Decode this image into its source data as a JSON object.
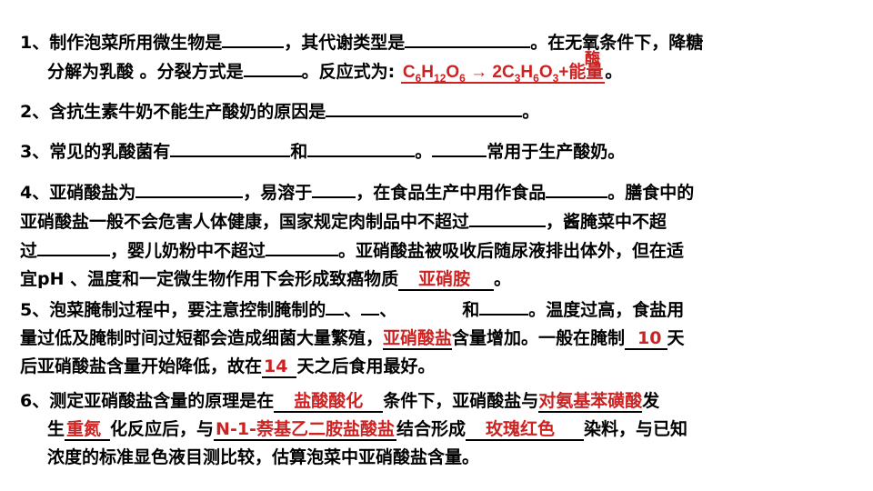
{
  "q1": {
    "a": "1、制作泡菜所用微生物是",
    "b": "，其代谢类型是",
    "c": "。在无氧条件下，降糖",
    "d": "分解为乳酸 。分裂方式是",
    "e": "。反应式为:",
    "f": "。",
    "enzyme": "酶",
    "eq_C": "C",
    "eq_s6": "6",
    "eq_H": "H",
    "eq_s12": "12",
    "eq_O": "O",
    "eq_s6b": "6",
    "eq_arrow": " → 2C",
    "eq_s3": "3",
    "eq_H2": "H",
    "eq_s6c": "6",
    "eq_O2": "O",
    "eq_s3b": "3",
    "eq_tail": "+能量"
  },
  "q2": {
    "a": "2、含抗生素牛奶不能生产酸奶的原因是",
    "b": "。"
  },
  "q3": {
    "a": "3、常见的乳酸菌有",
    "b": "和",
    "c": "。",
    "d": "常用于生产酸奶。"
  },
  "q4": {
    "a": "4、亚硝酸盐为",
    "b": "，易溶于",
    "c": "，在食品生产中用作食品",
    "d": "。膳食中的",
    "e": "亚硝酸盐一般不会危害人体健康，国家规定肉制品中不超过",
    "f": "，酱腌菜中不超",
    "g": "过",
    "h": "，婴儿奶粉中不超过",
    "i": "。亚硝酸盐被吸收后随尿液排出体外，但在适",
    "j": "宜pH 、温度和一定微生物作用下会形成致癌物质",
    "ans": "亚硝胺",
    "k": "。"
  },
  "q5": {
    "a": "5、泡菜腌制过程中，要注意控制腌制的",
    "b": "、",
    "c": "、",
    "d": "和",
    "e": "。温度过高，食盐用",
    "f": "量过低及腌制时间过短都会造成细菌大量繁殖，",
    "ans1": "亚硝酸盐",
    "g": "含量增加。一般在腌制",
    "ans2": "10",
    "h": "天",
    "i": "后亚硝酸盐含量开始降低，故在",
    "ans3": "14",
    "j": "天之后食用最好。"
  },
  "q6": {
    "a": "6、测定亚硝酸盐含量的原理是在",
    "ans1": "盐酸酸化",
    "b": "条件下，亚硝酸盐与",
    "ans2": "对氨基苯磺酸",
    "c": "发",
    "d": "生",
    "ans3": "重氮",
    "e": "化反应后，与",
    "ans4": "N-1-萘基乙二胺盐酸盐",
    "f": "结合形成",
    "ans5": "玫瑰红色",
    "g": "染料，与已知",
    "h": "浓度的标准显色液目测比较，估算泡菜中亚硝酸盐含量。"
  }
}
